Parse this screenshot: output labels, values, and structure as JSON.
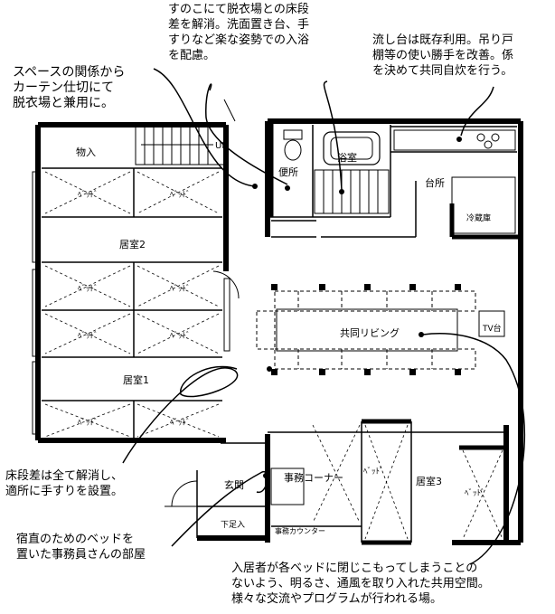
{
  "annotations": {
    "top_center": "すのこにて脱衣場との床段\n差を解消。洗面置き台、手\nすりなど楽な姿勢での入浴\nを配慮。",
    "top_right": "流し台は既存利用。吊り戸\n棚等の使い勝手を改善。係\nを決めて共同自炊を行う。",
    "top_left": "スペースの関係から\nカーテン仕切にて\n脱衣場と兼用に。",
    "mid_left": "床段差は全て解消し、\n適所に手すりを設置。",
    "bottom_left": "宿直のためのベッドを\n置いた事務員さんの部屋",
    "bottom_right": "入居者が各ベッドに閉じこもってしまうことの\nないよう、明るさ、通風を取り入れた共用空間。\n様々な交流やプログラムが行われる場。"
  },
  "rooms": {
    "storage": "物入",
    "up": "UP",
    "toilet": "便所",
    "bath": "浴室",
    "kitchen": "台所",
    "fridge": "冷蔵庫",
    "room2": "居室2",
    "room1": "居室1",
    "living": "共同リビング",
    "tv": "TV台",
    "office": "事務コーナー",
    "room3": "居室3",
    "entrance": "玄関",
    "shoe": "下足入",
    "counter": "事務カウンター"
  },
  "bed_label": "ﾍﾞｯﾄﾞ",
  "colors": {
    "line": "#000000",
    "background": "#ffffff"
  }
}
